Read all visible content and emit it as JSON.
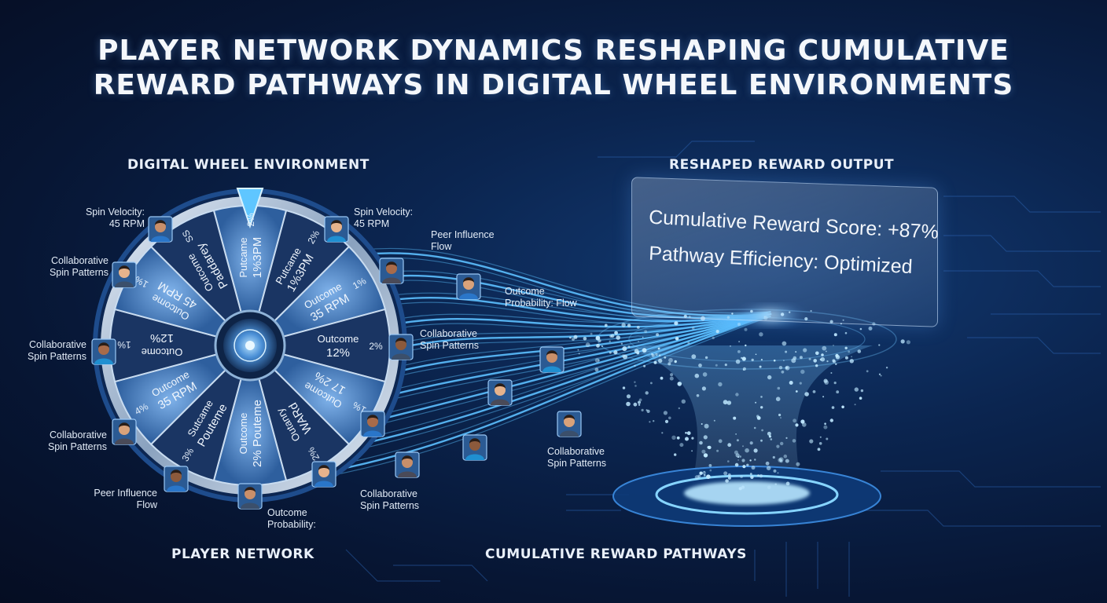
{
  "title_line1": "PLAYER NETWORK DYNAMICS RESHAPING CUMULATIVE",
  "title_line2": "REWARD PATHWAYS IN DIGITAL WHEEL ENVIRONMENTS",
  "sections": {
    "wheel": "DIGITAL WHEEL ENVIRONMENT",
    "output": "RESHAPED REWARD OUTPUT",
    "network": "PLAYER NETWORK",
    "pathways": "CUMULATIVE REWARD PATHWAYS"
  },
  "panel": {
    "score": "Cumulative Reward Score: +87%",
    "efficiency": "Pathway Efficiency: Optimized"
  },
  "wheel_segments": [
    {
      "line1": "Putcame",
      "line2": "1%3PM",
      "pct": "2%"
    },
    {
      "line1": "Putcame",
      "line2": "1%3PM",
      "pct": "2%"
    },
    {
      "line1": "Outcome",
      "line2": "35 RPM",
      "pct": "1%"
    },
    {
      "line1": "Outcome",
      "line2": "12%",
      "pct": "2%"
    },
    {
      "line1": "Outcome",
      "line2": "17 2%",
      "pct": "1%"
    },
    {
      "line1": "Outanry",
      "line2": "WARd",
      "pct": "2%"
    },
    {
      "line1": "Outcome",
      "line2": "2% Pouteme",
      "pct": ""
    },
    {
      "line1": "Sutcame",
      "line2": "Pouteme",
      "pct": "3%"
    },
    {
      "line1": "Outcome",
      "line2": "35 RPM",
      "pct": "4%"
    },
    {
      "line1": "Outcome",
      "line2": "12%",
      "pct": "1%"
    },
    {
      "line1": "Outcome",
      "line2": "45 RPM",
      "pct": "1%"
    },
    {
      "line1": "Outcome",
      "line2": "Paddarey",
      "pct": "SS"
    }
  ],
  "labels": {
    "spin_velocity_left": "Spin Velocity:",
    "spin_velocity_left_value": "45 RPM",
    "collab_1a": "Collaborative",
    "collab_1b": "Spin Patterns",
    "collab_2a": "Collaborative",
    "collab_2b": "Spin Patterns",
    "collab_3a": "Collaborative",
    "collab_3b": "Spin Patterns",
    "peer_left_a": "Peer Influence",
    "peer_left_b": "Flow",
    "outcome_bottom_a": "Outcome",
    "outcome_bottom_b": "Probability:",
    "spin_velocity_right": "Spin Velocity:",
    "spin_velocity_right_value": "45 RPM",
    "peer_right_a": "Peer Influence",
    "peer_right_b": "Flow",
    "outcome_right_a": "Outcome",
    "outcome_right_b": "Probability: Flow",
    "collab_4a": "Collaborative",
    "collab_4b": "Spin Patterns",
    "collab_5a": "Collaborative",
    "collab_5b": "Spin Patterns",
    "collab_6a": "Collaborative",
    "collab_6b": "Spin Patterns"
  },
  "colors": {
    "accent": "#4fb4ff",
    "wheel_light": "#5b8fcf",
    "wheel_dark": "#17305c",
    "glow": "#bfe8ff"
  }
}
